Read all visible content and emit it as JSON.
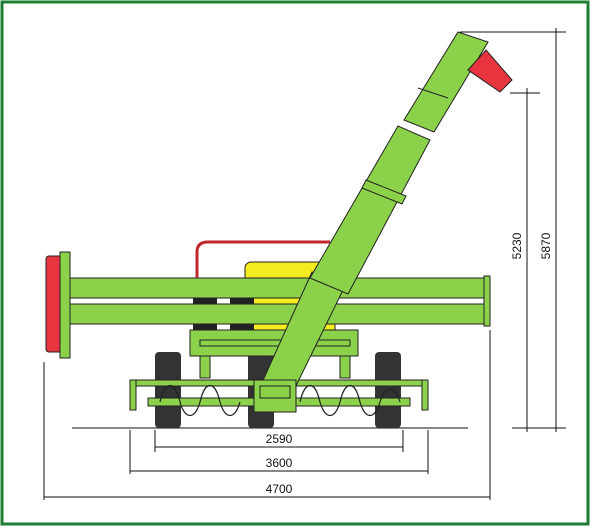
{
  "colors": {
    "frame": "#1e7d32",
    "machine_green": "#8cd14a",
    "outline": "#222222",
    "spout_red": "#e8343e",
    "tank_yellow": "#f4ec1e",
    "rail_red": "#c0262e",
    "tire": "#333333",
    "dimension": "#111111"
  },
  "dimensions": {
    "wheel_track": "2590",
    "transport_width": "3600",
    "overall_width": "4700",
    "discharge_height": "5230",
    "overall_height": "5870"
  }
}
